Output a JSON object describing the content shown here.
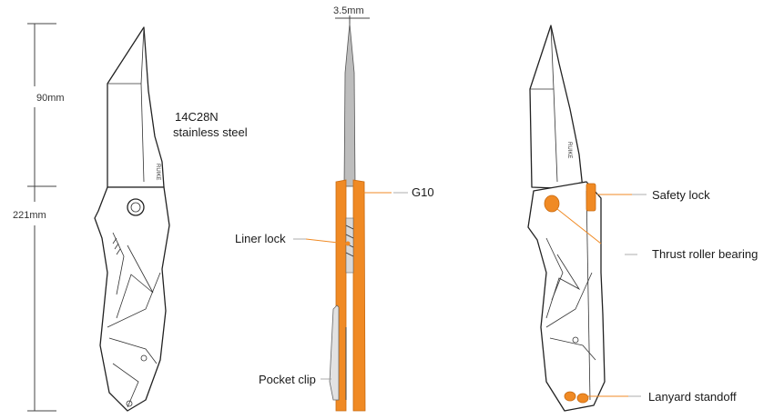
{
  "dimensions": {
    "blade_length": "90mm",
    "overall_length": "221mm",
    "thickness": "3.5mm"
  },
  "labels": {
    "steel": "14C28N",
    "steel_type": "stainless steel",
    "handle_material": "G10",
    "liner_lock": "Liner lock",
    "pocket_clip": "Pocket clip",
    "safety_lock": "Safety lock",
    "thrust_bearing": "Thrust roller bearing",
    "lanyard": "Lanyard standoff",
    "brand_mark": "RUIKE"
  },
  "colors": {
    "accent": "#f08a24",
    "line": "#222222"
  }
}
